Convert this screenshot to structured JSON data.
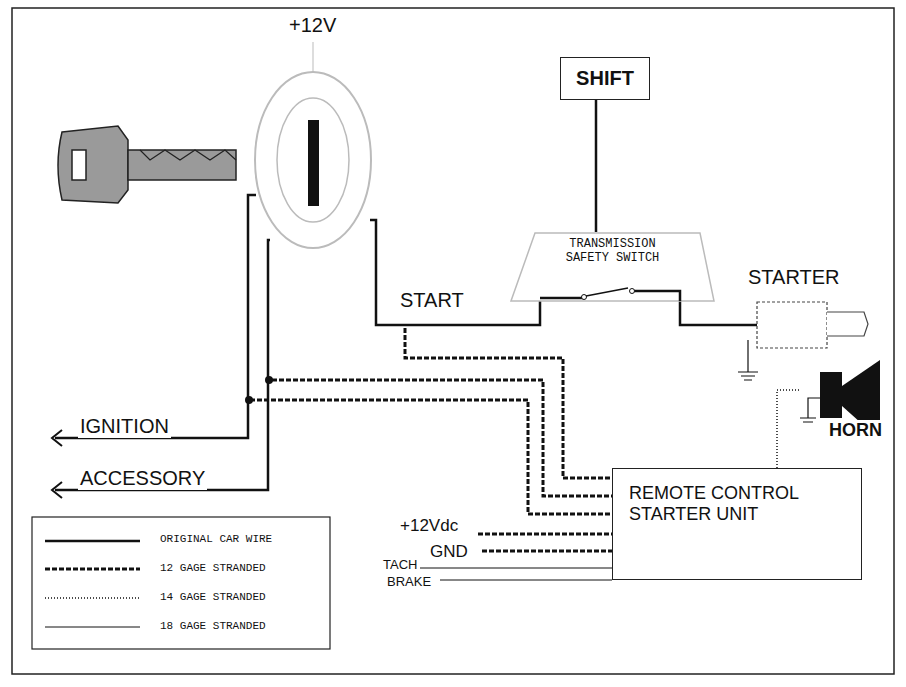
{
  "diagram": {
    "nodes": [
      {
        "text": [
          "SHIFT"
        ]
      },
      {
        "text": [
          "TRANSMISSION SAFETY SWITCH"
        ]
      },
      {
        "text": [
          "STARTER"
        ]
      },
      {
        "text": [
          "HORN"
        ]
      },
      {
        "text": [
          "REMOTE CONTROL STARTER UNIT"
        ]
      }
    ],
    "edges": [
      {
        "from": 0,
        "to": 1,
        "arrow": "none"
      },
      {
        "from": 1,
        "to": 2,
        "arrow": "none"
      },
      {
        "from": 4,
        "to": 3,
        "arrow": "none"
      }
    ],
    "labels": [
      "+12V",
      "START",
      "IGNITION",
      "ACCESSORY",
      "+12Vdc",
      "GND",
      "TACH",
      "BRAKE"
    ],
    "legend": [
      {
        "text": "ORIGINAL CAR WIRE"
      },
      {
        "text": "12 GAGE STRANDED"
      },
      {
        "text": "14 GAGE STRANDED"
      },
      {
        "text": "18 GAGE STRANDED"
      }
    ]
  }
}
